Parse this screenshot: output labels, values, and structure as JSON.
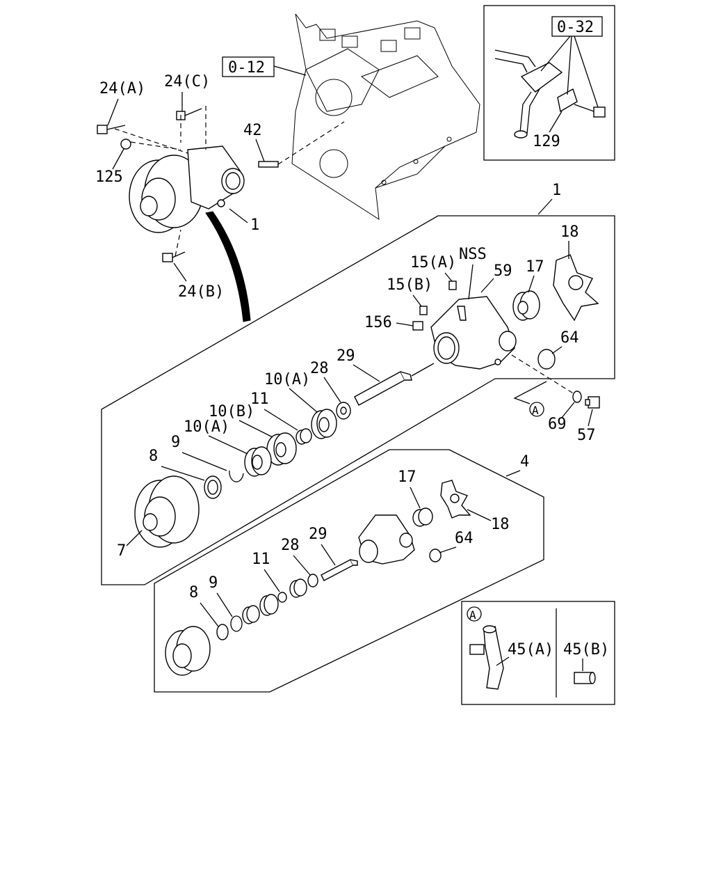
{
  "refs": {
    "ref_0_12": "0-12",
    "ref_0_32": "0-32"
  },
  "labels": {
    "p24a": "24(A)",
    "p24c": "24(C)",
    "p42": "42",
    "p125": "125",
    "p1_top": "1",
    "p24b": "24(B)",
    "p129": "129",
    "p1_box": "1",
    "p18_a": "18",
    "nss": "NSS",
    "p15a": "15(A)",
    "p59": "59",
    "p17_a": "17",
    "p15b": "15(B)",
    "p156": "156",
    "p64_a": "64",
    "p29_a": "29",
    "p10a_1": "10(A)",
    "p28_a": "28",
    "p11_a": "11",
    "p10b": "10(B)",
    "p10a_2": "10(A)",
    "p9_a": "9",
    "p8_a": "8",
    "p7": "7",
    "circle_a": "A",
    "p69": "69",
    "p57": "57",
    "p4": "4",
    "p17_b": "17",
    "p18_b": "18",
    "p29_b": "29",
    "p28_b": "28",
    "p64_b": "64",
    "p11_b": "11",
    "p8_b": "8",
    "p9_b": "9",
    "circle_a_inset": "A",
    "p45a": "45(A)",
    "p45b": "45(B)"
  }
}
